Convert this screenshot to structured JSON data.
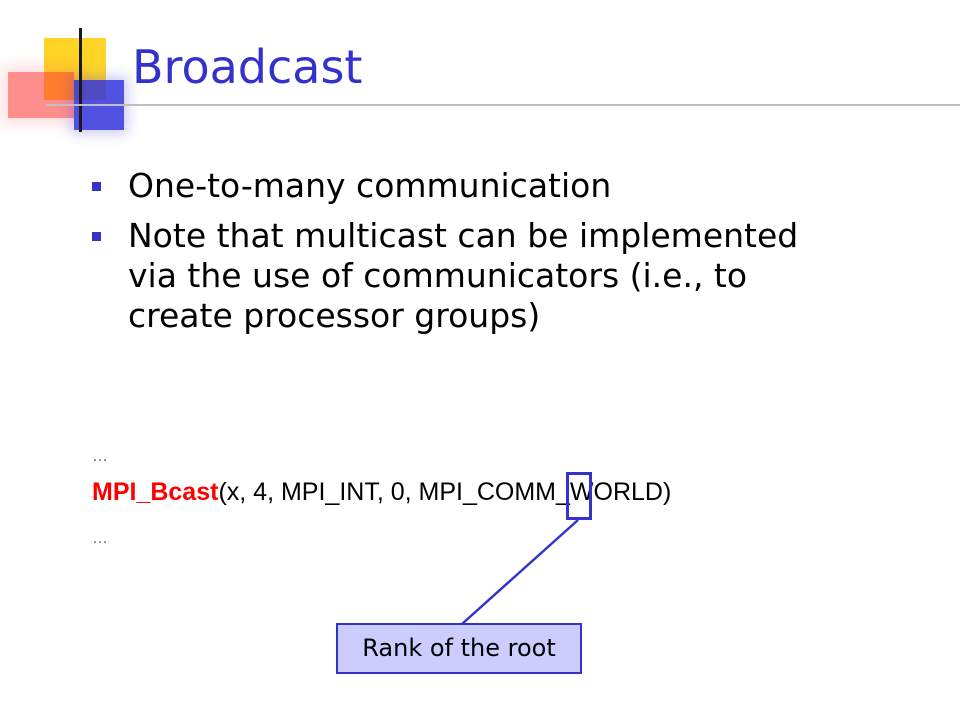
{
  "slide": {
    "title": "Broadcast",
    "bullets": [
      {
        "lines": [
          "One-to-many communication"
        ]
      },
      {
        "lines": [
          "Note that multicast can be implemented",
          "via the use of communicators (i.e., to",
          "create processor groups)"
        ]
      }
    ],
    "code": {
      "ellipsis_before": "…",
      "function_name": "MPI_Bcast",
      "arguments": "(x, 4, MPI_INT, 0, MPI_COMM_WORLD)",
      "ellipsis_after": "…"
    },
    "callout": {
      "label": "Rank of the root"
    },
    "colors": {
      "title": "#3333cc",
      "bullet_marker": "#3333cc",
      "function_name": "#ff0000",
      "callout_fill": "#ccccff",
      "callout_border": "#3333cc",
      "decor_yellow": "#ffcc00",
      "decor_red": "#ff3333",
      "decor_blue": "#3333dd"
    }
  }
}
